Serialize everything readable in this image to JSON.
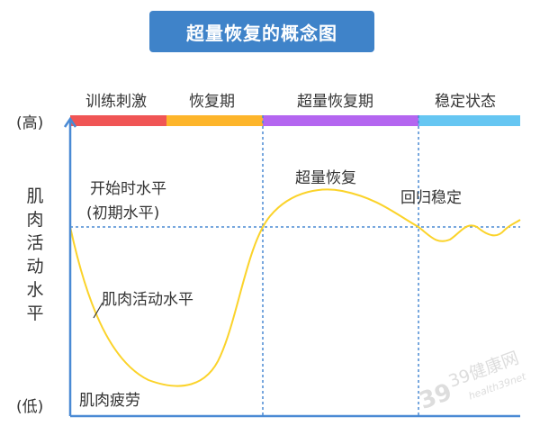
{
  "title": "超量恢复的概念图",
  "phases": [
    {
      "label": "训练刺激",
      "color": "#f05555"
    },
    {
      "label": "恢复期",
      "color": "#fdb52b"
    },
    {
      "label": "超量恢复期",
      "color": "#b466f0"
    },
    {
      "label": "稳定状态",
      "color": "#66c6f2"
    }
  ],
  "axis": {
    "high": "(高)",
    "low": "(低)",
    "ylabel": "肌肉活动水平"
  },
  "annotations": {
    "start_level": "开始时水平",
    "start_level_sub": "(初期水平)",
    "supercomp": "超量恢复",
    "return_stable": "回归稳定",
    "curve_label": "肌肉活动水平",
    "fatigue": "肌肉疲劳"
  },
  "watermark": {
    "brand": "39健康网",
    "url": "health39net"
  },
  "colors": {
    "axis": "#4a8ad4",
    "curve": "#fbd32a"
  }
}
